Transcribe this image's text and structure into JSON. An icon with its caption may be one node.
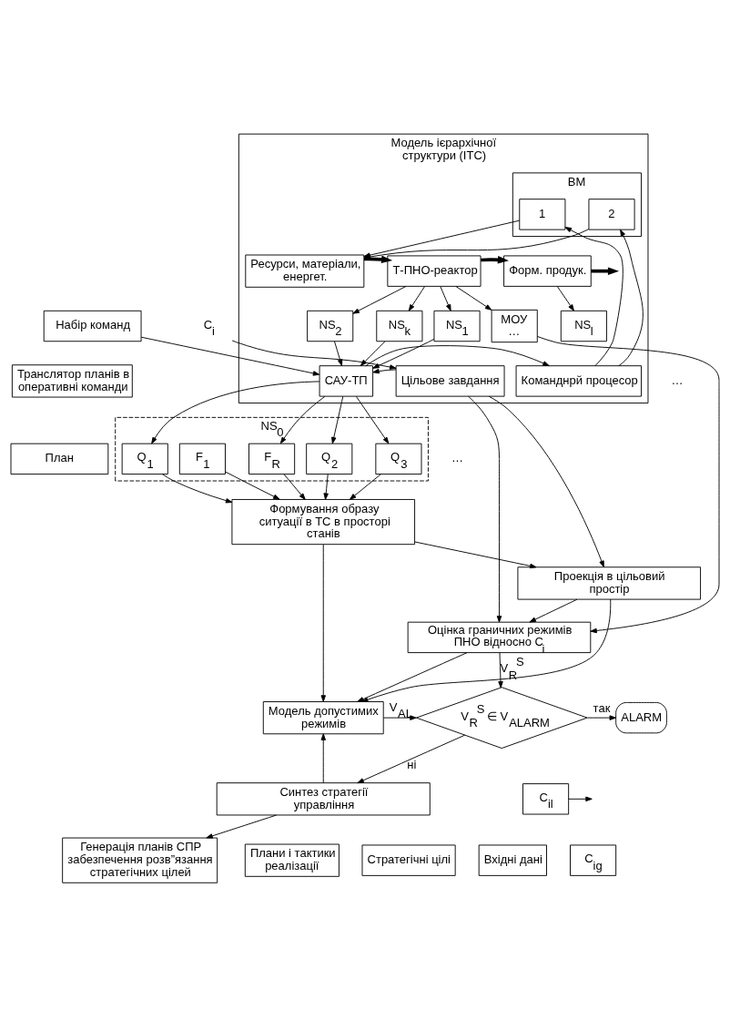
{
  "diagram": {
    "nodes": [
      {
        "text": [
          "Модель ієрархічної структури (ІТС)"
        ]
      },
      {
        "text": [
          "Ресурси, матеріали, енергет."
        ],
        "in": 0
      },
      {
        "text": [
          "Т-ПНО-реактор"
        ],
        "in": 0
      },
      {
        "text": [
          "Форм. продук."
        ],
        "in": 0
      },
      {
        "text": [
          "ВМ"
        ],
        "in": 0
      },
      {
        "text": [
          "1"
        ],
        "in": 4
      },
      {
        "text": [
          "2"
        ],
        "in": 4
      },
      {
        "text": [
          "NS$_{1}$"
        ],
        "in": 0
      },
      {
        "text": [
          "NS$_{2}$"
        ],
        "in": 0
      },
      {
        "text": [
          "NS$_{k}$"
        ],
        "in": 0
      },
      {
        "text": [
          "МОУ",
          "…"
        ],
        "in": 0
      },
      {
        "text": [
          "NS$_{l}$"
        ],
        "in": 0
      },
      {
        "text": [
          "Команднрй процесор"
        ],
        "in": 0
      },
      {
        "text": [
          "САУ-ТП"
        ],
        "in": 0
      },
      {
        "text": [
          "Цільове завдання"
        ],
        "in": 0
      },
      {
        "text": [
          "C$_{i}$"
        ]
      },
      {
        "text": [
          "Набір команд"
        ]
      },
      {
        "text": [
          "Транслятор планів в оперативні команди"
        ]
      },
      {
        "text": [
          "План"
        ]
      },
      {
        "text": [
          "NS$_{0}$"
        ]
      },
      {
        "text": [
          "Q$_{1}$"
        ],
        "in": 19
      },
      {
        "text": [
          "Q$_{2}$"
        ],
        "in": 19
      },
      {
        "text": [
          "Q$_{3}$"
        ],
        "in": 19
      },
      {
        "text": [
          "F$_{1}$"
        ],
        "in": 19
      },
      {
        "text": [
          "F$_{R}$"
        ],
        "in": 19
      },
      {
        "text": [
          "Формування образу ситуації в ТС в просторі станів"
        ]
      },
      {
        "text": [
          "Генерація планів СПР забезпечення розв”язання стратегічних цілей"
        ]
      },
      {
        "text": [
          "Проекція в цільовий простір"
        ]
      },
      {
        "text": [
          "Оцінка граничних режимів ПНО відносно C$_{i}$"
        ]
      },
      {
        "text": [
          "Модель допустимих режимів"
        ]
      },
      {
        "text": [
          "V$_{R}$$^{S}$ ∈ V$_{ALARM}$"
        ]
      },
      {
        "text": [
          "ALARM"
        ]
      },
      {
        "text": [
          "Синтез стратегії управління"
        ]
      },
      {
        "text": [
          "C$_{il}$"
        ]
      },
      {
        "text": [
          "Плани і тактики реалізації"
        ]
      },
      {
        "text": [
          "Стратегічні цілі"
        ]
      },
      {
        "text": [
          "Вхідні дані"
        ]
      },
      {
        "text": [
          "C$_{ig}$"
        ]
      }
    ],
    "edges": [
      {
        "from": 1,
        "to": 2,
        "arrow": "to",
        "style": "thick"
      },
      {
        "from": 2,
        "to": 3,
        "arrow": "to",
        "style": "thick"
      },
      {
        "from": 3,
        "to": null,
        "arrow": "to",
        "style": "thick"
      },
      {
        "from": 12,
        "to": 5,
        "arrow": "to"
      },
      {
        "from": 12,
        "to": 6,
        "arrow": "to"
      },
      {
        "from": 5,
        "to": 1,
        "arrow": "to"
      },
      {
        "from": 6,
        "to": 1,
        "arrow": "to"
      },
      {
        "from": 2,
        "to": 7,
        "arrow": "to"
      },
      {
        "from": 2,
        "to": 8,
        "arrow": "to"
      },
      {
        "from": 2,
        "to": 9,
        "arrow": "to"
      },
      {
        "from": 2,
        "to": 10,
        "arrow": "to"
      },
      {
        "from": 3,
        "to": 11,
        "arrow": "to"
      },
      {
        "from": 7,
        "to": 13,
        "arrow": "to"
      },
      {
        "from": 8,
        "to": 13,
        "arrow": "to"
      },
      {
        "from": 9,
        "to": 13,
        "arrow": "to"
      },
      {
        "from": 10,
        "to": 28,
        "arrow": "to"
      },
      {
        "from": 15,
        "to": 14,
        "arrow": "to"
      },
      {
        "from": 14,
        "to": 13,
        "arrow": "to"
      },
      {
        "from": 14,
        "to": 27,
        "arrow": "to"
      },
      {
        "from": 14,
        "to": 28,
        "arrow": "to"
      },
      {
        "from": 13,
        "to": 12,
        "arrow": "to"
      },
      {
        "from": 16,
        "to": 13,
        "arrow": "to"
      },
      {
        "from": 13,
        "to": 20,
        "arrow": "to"
      },
      {
        "from": 13,
        "to": 21,
        "arrow": "to"
      },
      {
        "from": 13,
        "to": 22,
        "arrow": "to"
      },
      {
        "from": 13,
        "to": 24,
        "arrow": "to"
      },
      {
        "from": 20,
        "to": 25,
        "arrow": "to"
      },
      {
        "from": 21,
        "to": 25,
        "arrow": "to"
      },
      {
        "from": 22,
        "to": 25,
        "arrow": "to"
      },
      {
        "from": 23,
        "to": 25,
        "arrow": "to"
      },
      {
        "from": 24,
        "to": 25,
        "arrow": "to"
      },
      {
        "from": 25,
        "to": 27,
        "arrow": "to"
      },
      {
        "from": 25,
        "to": 29,
        "arrow": "to"
      },
      {
        "from": 27,
        "to": 29,
        "arrow": "to"
      },
      {
        "from": 27,
        "to": 28,
        "arrow": "to"
      },
      {
        "from": 28,
        "to": 29,
        "arrow": "to"
      },
      {
        "from": 28,
        "to": 30,
        "arrow": "to",
        "label": "V$_{R}$$^{S}$"
      },
      {
        "from": 29,
        "to": 30,
        "arrow": "to",
        "label": "V$_{AL}$"
      },
      {
        "from": 30,
        "to": 31,
        "arrow": "to",
        "label": "так"
      },
      {
        "from": 30,
        "to": 32,
        "arrow": "to",
        "label": "ні"
      },
      {
        "from": 32,
        "to": 26,
        "arrow": "to"
      },
      {
        "from": 32,
        "to": 29,
        "arrow": "to"
      },
      {
        "from": 33,
        "to": null,
        "arrow": "to"
      }
    ],
    "labels": [
      "…",
      "…"
    ]
  }
}
